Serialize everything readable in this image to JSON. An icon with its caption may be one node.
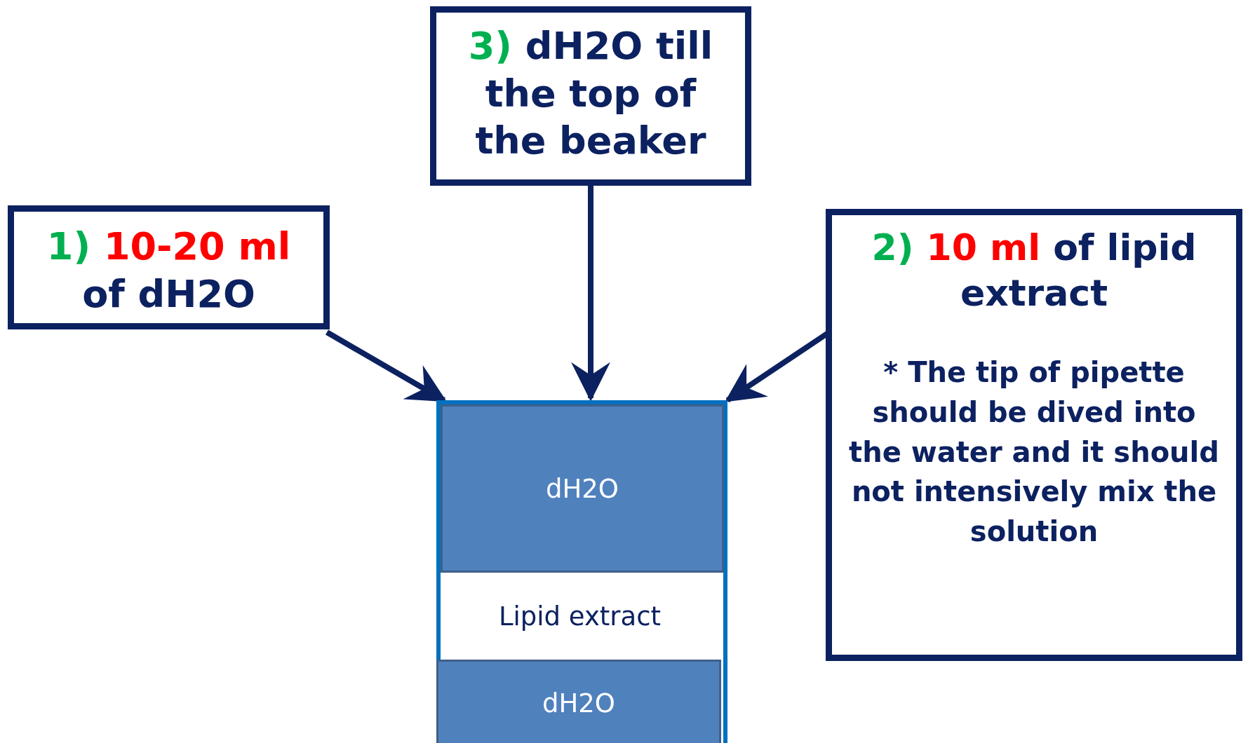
{
  "diagram": {
    "nodes": [
      {
        "text": [
          "*3)* dH2O till the top of the beaker"
        ]
      },
      {
        "text": [
          "*1)* **10-20 ml** of dH2O"
        ]
      },
      {
        "text": [
          "*2)* **10 ml** of lipid extract",
          "* The tip of pipette should be dived into the water and it should not intensively mix the solution"
        ]
      },
      {
        "text": [],
        "shape": "box"
      },
      {
        "text": [
          "dH2O"
        ],
        "in": 3
      },
      {
        "text": [
          "Lipid extract"
        ],
        "in": 3
      },
      {
        "text": [
          "dH2O"
        ],
        "in": 3
      }
    ],
    "edges": [
      {
        "from": 1,
        "to": 3,
        "arrow": "to"
      },
      {
        "from": 0,
        "to": 3,
        "arrow": "to"
      },
      {
        "from": 2,
        "to": 3,
        "arrow": "to"
      }
    ]
  }
}
